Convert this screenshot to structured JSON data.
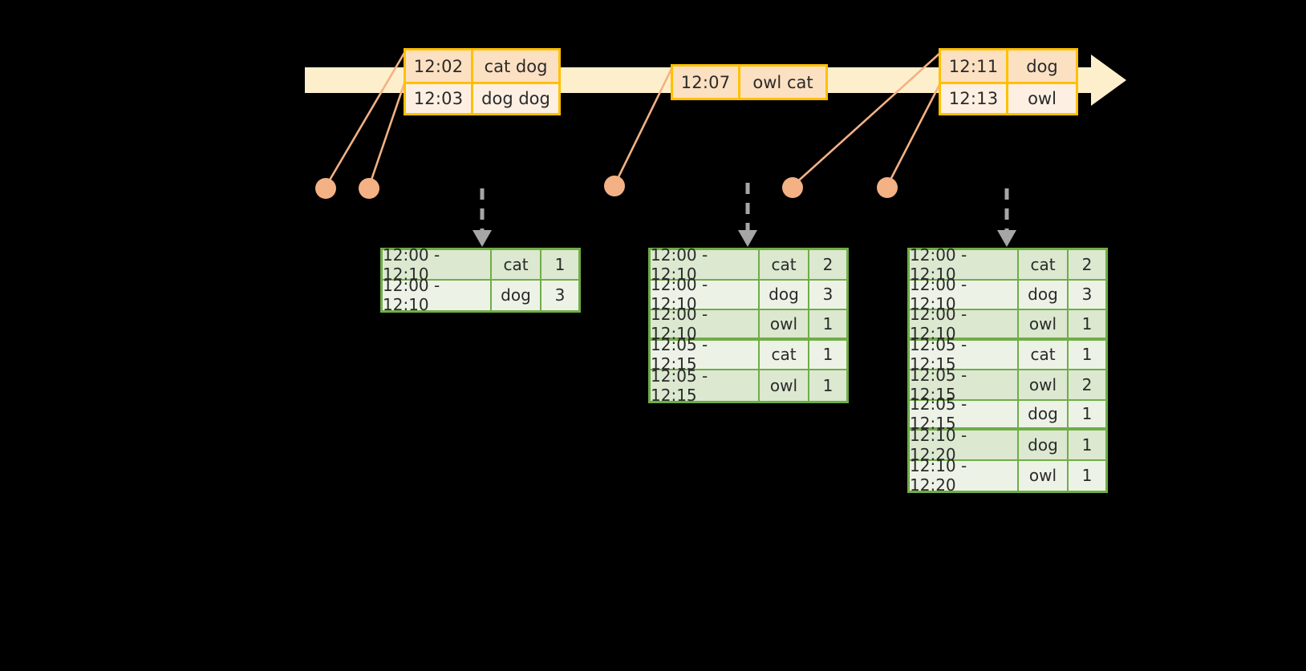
{
  "colors": {
    "background": "#000000",
    "timeline_band": "#FDEFCC",
    "event_border": "#FFC000",
    "event_fill_dark": "#FCE0C2",
    "event_fill_light": "#FDF0E3",
    "leader_line": "#F4B183",
    "dot": "#F4B183",
    "table_border": "#70AD47",
    "table_fill_dark": "#DCE8D0",
    "table_fill_light": "#EDF2E7",
    "arrow": "#A6A6A6",
    "text": "#2a2a2a"
  },
  "timeline": {
    "name": "event-stream-timeline",
    "arrow_direction": "right",
    "events": [
      {
        "id": "event-group-1",
        "rows": [
          {
            "time": "12:02",
            "words": "cat dog"
          },
          {
            "time": "12:03",
            "words": "dog dog"
          }
        ]
      },
      {
        "id": "event-group-2",
        "rows": [
          {
            "time": "12:07",
            "words": "owl cat"
          }
        ]
      },
      {
        "id": "event-group-3",
        "rows": [
          {
            "time": "12:11",
            "words": "dog"
          },
          {
            "time": "12:13",
            "words": "owl"
          }
        ]
      }
    ]
  },
  "markers": {
    "dots": [
      {
        "name": "event-marker-1202"
      },
      {
        "name": "event-marker-1203"
      },
      {
        "name": "event-marker-1207"
      },
      {
        "name": "event-marker-1211"
      },
      {
        "name": "event-marker-1213"
      }
    ]
  },
  "results": [
    {
      "id": "result-table-1",
      "name": "window-counts-table-1",
      "rows": [
        {
          "window": "12:00 - 12:10",
          "word": "cat",
          "count": "1",
          "group_end": false
        },
        {
          "window": "12:00 - 12:10",
          "word": "dog",
          "count": "3",
          "group_end": false
        }
      ]
    },
    {
      "id": "result-table-2",
      "name": "window-counts-table-2",
      "rows": [
        {
          "window": "12:00 - 12:10",
          "word": "cat",
          "count": "2",
          "group_end": false
        },
        {
          "window": "12:00 - 12:10",
          "word": "dog",
          "count": "3",
          "group_end": false
        },
        {
          "window": "12:00 - 12:10",
          "word": "owl",
          "count": "1",
          "group_end": true
        },
        {
          "window": "12:05 - 12:15",
          "word": "cat",
          "count": "1",
          "group_end": false
        },
        {
          "window": "12:05 - 12:15",
          "word": "owl",
          "count": "1",
          "group_end": false
        }
      ]
    },
    {
      "id": "result-table-3",
      "name": "window-counts-table-3",
      "rows": [
        {
          "window": "12:00 - 12:10",
          "word": "cat",
          "count": "2",
          "group_end": false
        },
        {
          "window": "12:00 - 12:10",
          "word": "dog",
          "count": "3",
          "group_end": false
        },
        {
          "window": "12:00 - 12:10",
          "word": "owl",
          "count": "1",
          "group_end": true
        },
        {
          "window": "12:05 - 12:15",
          "word": "cat",
          "count": "1",
          "group_end": false
        },
        {
          "window": "12:05 - 12:15",
          "word": "owl",
          "count": "2",
          "group_end": false
        },
        {
          "window": "12:05 - 12:15",
          "word": "dog",
          "count": "1",
          "group_end": true
        },
        {
          "window": "12:10 - 12:20",
          "word": "dog",
          "count": "1",
          "group_end": false
        },
        {
          "window": "12:10 - 12:20",
          "word": "owl",
          "count": "1",
          "group_end": false
        }
      ]
    }
  ]
}
